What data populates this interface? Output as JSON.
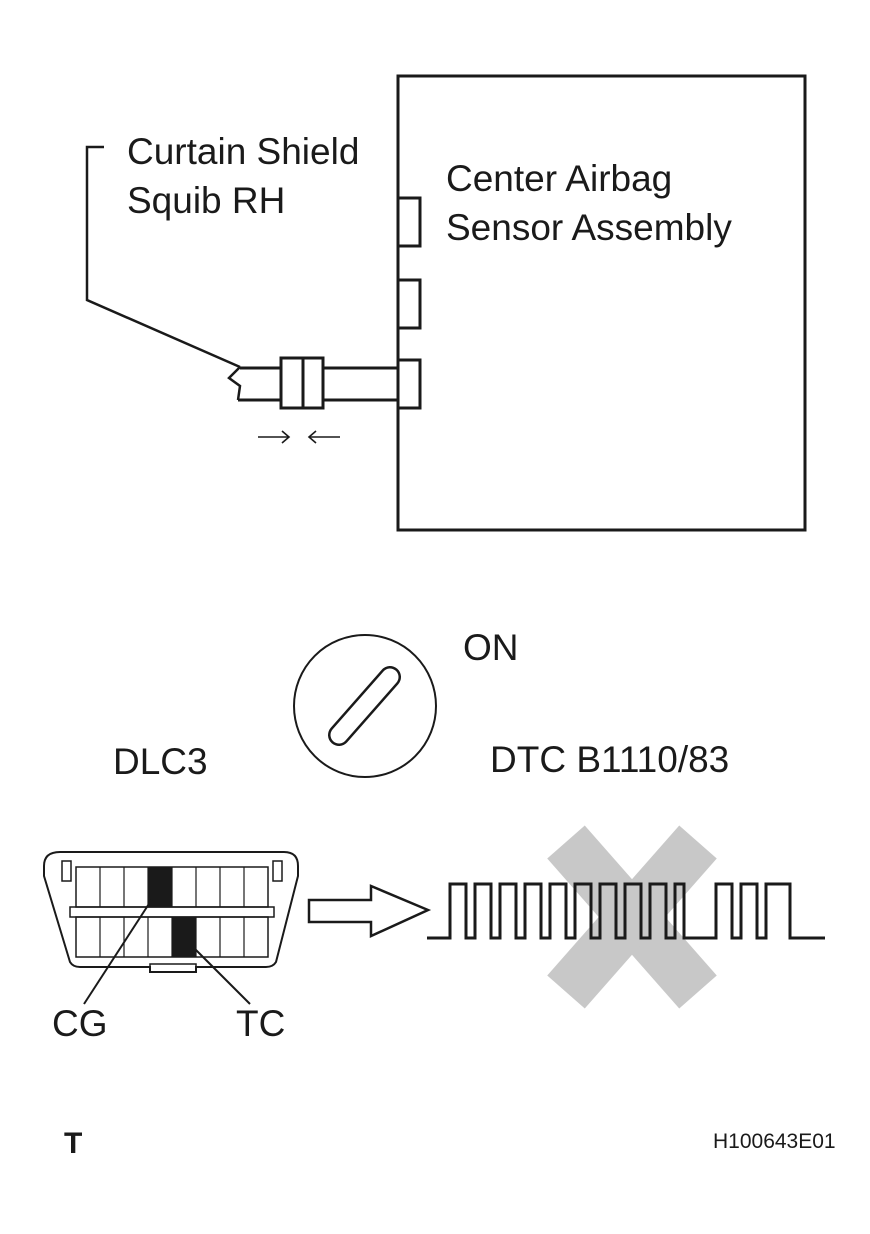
{
  "squib_label": {
    "line1": "Curtain Shield",
    "line2": "Squib RH"
  },
  "ecu_label": {
    "line1": "Center Airbag",
    "line2": "Sensor Assembly"
  },
  "ignition": {
    "position_label": "ON"
  },
  "dlc3_label": "DLC3",
  "dtc_label": "DTC B1110/83",
  "terminals": {
    "cg": "CG",
    "tc": "TC"
  },
  "corner_mark": "T",
  "figure_code": "H100643E01",
  "colors": {
    "line": "#1a1a1a",
    "cross": "#c8c8c8",
    "terminal_fill": "#1a1a1a"
  }
}
